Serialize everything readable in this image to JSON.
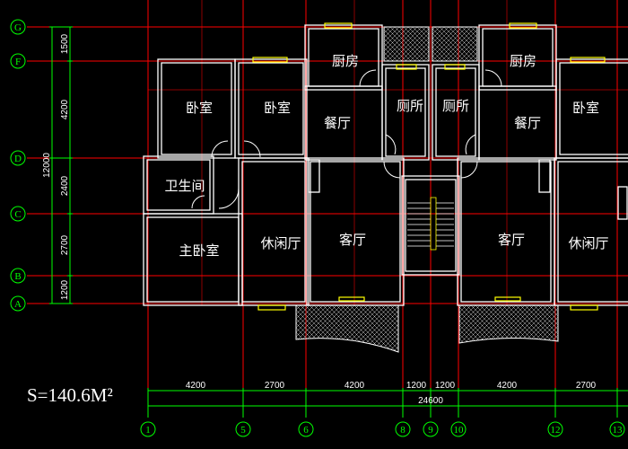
{
  "rooms": {
    "kitchen_left": "厨房",
    "kitchen_right": "厨房",
    "bedroom_1": "卧室",
    "bedroom_2": "卧室",
    "bedroom_3": "卧室",
    "dining_left": "餐厅",
    "dining_right": "餐厅",
    "toilet_left": "厕所",
    "toilet_right": "厕所",
    "bathroom": "卫生间",
    "master_bedroom": "主卧室",
    "leisure_left": "休闲厅",
    "leisure_right": "休闲厅",
    "living_left": "客厅",
    "living_right": "客厅"
  },
  "row_axes": [
    "G",
    "F",
    "D",
    "C",
    "B",
    "A"
  ],
  "row_dims": [
    "1500",
    "4200",
    "2400",
    "2700",
    "1200"
  ],
  "row_total": "12000",
  "col_axes": [
    "1",
    "5",
    "6",
    "8",
    "9",
    "10",
    "12",
    "13"
  ],
  "col_dims": [
    "4200",
    "2700",
    "4200",
    "1200",
    "1200",
    "4200",
    "2700"
  ],
  "col_total": "24600",
  "area_label": "S=140.6M²",
  "colors": {
    "background": "#000000",
    "grid": "#ff0000",
    "dimension": "#00ff00",
    "wall": "#ffffff",
    "window": "#ffff00",
    "door": "#ffff00",
    "hatch": "#cccccc"
  }
}
